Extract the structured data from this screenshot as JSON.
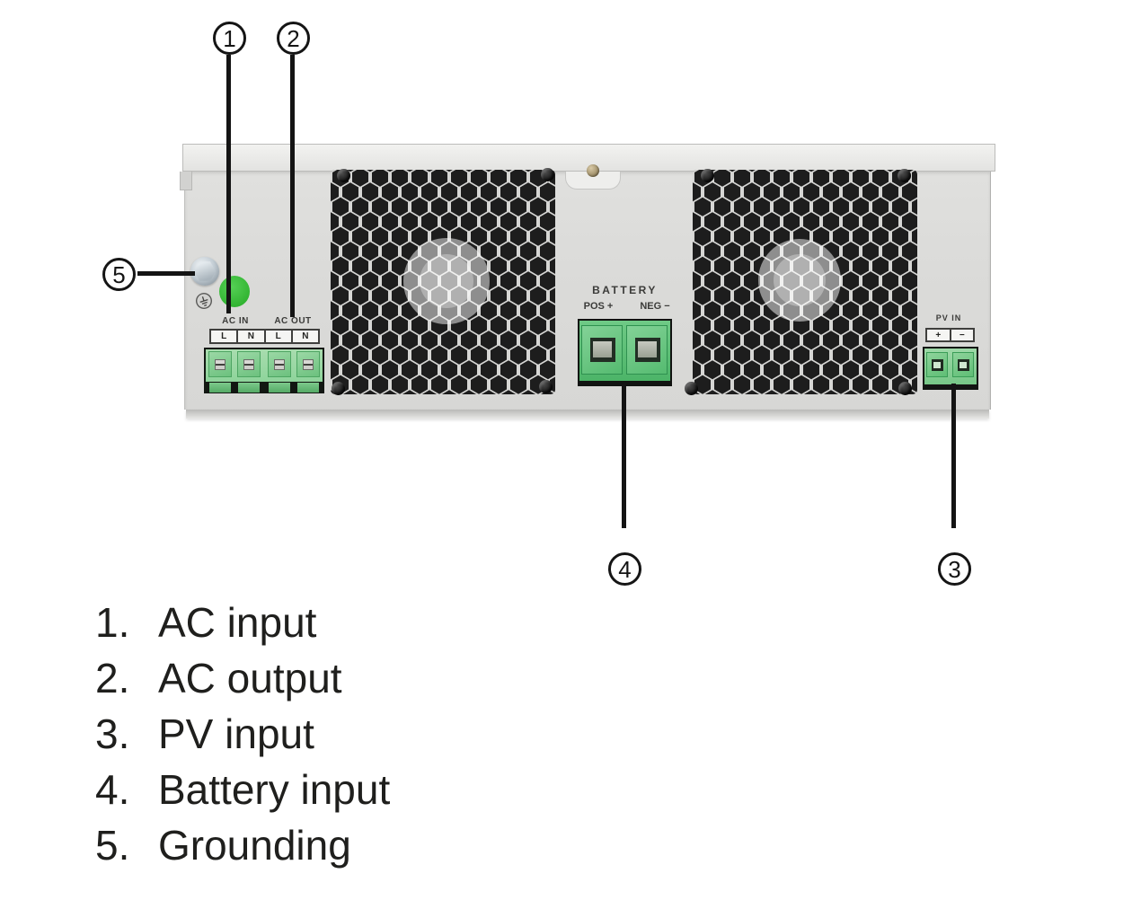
{
  "device": {
    "ac_in": {
      "label": "AC IN",
      "terminals": [
        "L",
        "N"
      ]
    },
    "ac_out": {
      "label": "AC OUT",
      "terminals": [
        "L",
        "N"
      ]
    },
    "battery": {
      "label": "BATTERY",
      "pos": "POS +",
      "neg": "NEG −"
    },
    "pv": {
      "label": "PV IN",
      "terminals": [
        "+",
        "−"
      ]
    }
  },
  "callouts": [
    "1",
    "2",
    "3",
    "4",
    "5"
  ],
  "legend": {
    "items": [
      {
        "num": "1.",
        "label": "AC input"
      },
      {
        "num": "2.",
        "label": "AC output"
      },
      {
        "num": "3.",
        "label": "PV input"
      },
      {
        "num": "4.",
        "label": "Battery input"
      },
      {
        "num": "5.",
        "label": "Grounding"
      }
    ]
  },
  "colors": {
    "panel_gray": "#dcdcda",
    "terminal_green": "#58bf73",
    "indicator_green": "#3bbf3b",
    "callout_black": "#151515"
  }
}
